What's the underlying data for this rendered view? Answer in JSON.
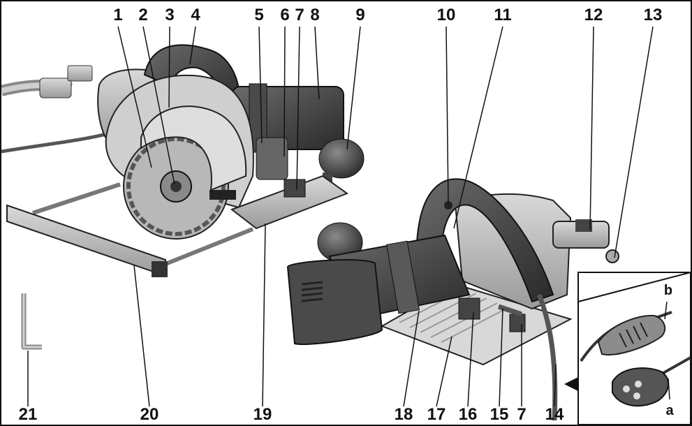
{
  "callouts": {
    "n1": "1",
    "n2": "2",
    "n3": "3",
    "n4": "4",
    "n5": "5",
    "n6": "6",
    "n7": "7",
    "n8": "8",
    "n9": "9",
    "n10": "10",
    "n11": "11",
    "n12": "12",
    "n13": "13",
    "n14": "14",
    "n15": "15",
    "n16": "16",
    "n17": "17",
    "n18": "18",
    "n19": "19",
    "n20": "20",
    "n21": "21",
    "n7b": "7"
  },
  "inset": {
    "a": "a",
    "b": "b"
  }
}
